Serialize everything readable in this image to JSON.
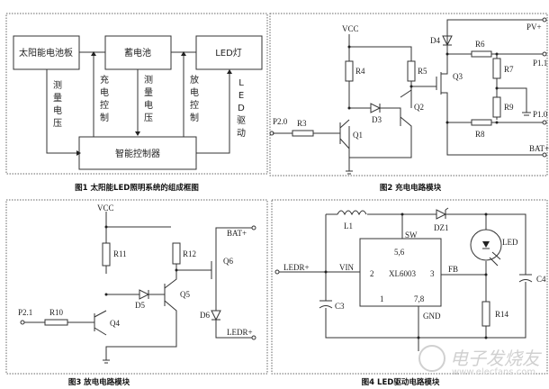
{
  "fig1": {
    "caption": "图1 太阳能LED照明系统的组成框图",
    "blocks": {
      "solar": "太阳能电池板",
      "battery": "蓄电池",
      "led": "LED灯",
      "controller": "智能控制器"
    },
    "labels": {
      "measure_v1": [
        "测",
        "量",
        "电",
        "压"
      ],
      "charge_ctrl": [
        "充",
        "电",
        "控",
        "制"
      ],
      "measure_v2": [
        "测",
        "量",
        "电",
        "压"
      ],
      "discharge_ctrl": [
        "放",
        "电",
        "控",
        "制"
      ],
      "led_drive": [
        "L",
        "E",
        "D",
        "驱",
        "动"
      ]
    }
  },
  "fig2": {
    "caption": "图2 充电电路模块",
    "labels": {
      "vcc": "VCC",
      "r3": "R3",
      "r4": "R4",
      "r5": "R5",
      "r6": "R6",
      "r7": "R7",
      "r8": "R8",
      "r9": "R9",
      "d3": "D3",
      "d4": "D4",
      "q1": "Q1",
      "q2": "Q2",
      "q3": "Q3",
      "p20": "P2.0",
      "pv": "PV+",
      "p11": "P1.1",
      "p10": "P1.0",
      "bat": "BAT+"
    }
  },
  "fig3": {
    "caption": "图3 放电电路模块",
    "labels": {
      "vcc": "VCC",
      "r10": "R10",
      "r11": "R11",
      "r12": "R12",
      "d5": "D5",
      "d6": "D6",
      "q4": "Q4",
      "q5": "Q5",
      "q6": "Q6",
      "p21": "P2.1",
      "bat": "BAT+",
      "ledr": "LEDR+"
    }
  },
  "fig4": {
    "caption": "图4 LED驱动电路模块",
    "labels": {
      "l1": "L1",
      "dz1": "DZ1",
      "sw": "SW",
      "pins56": "5,6",
      "vin": "VIN",
      "pin2": "2",
      "chip": "XL6003",
      "pin3": "3",
      "fb": "FB",
      "pin1": "1",
      "pins78": "7,8",
      "gnd": "GND",
      "led": "LED",
      "c3": "C3",
      "c4": "C4",
      "r14": "R14",
      "ledr": "LEDR+"
    }
  },
  "watermark": {
    "text": "电子发烧友",
    "url": "www.elecfans.com"
  }
}
